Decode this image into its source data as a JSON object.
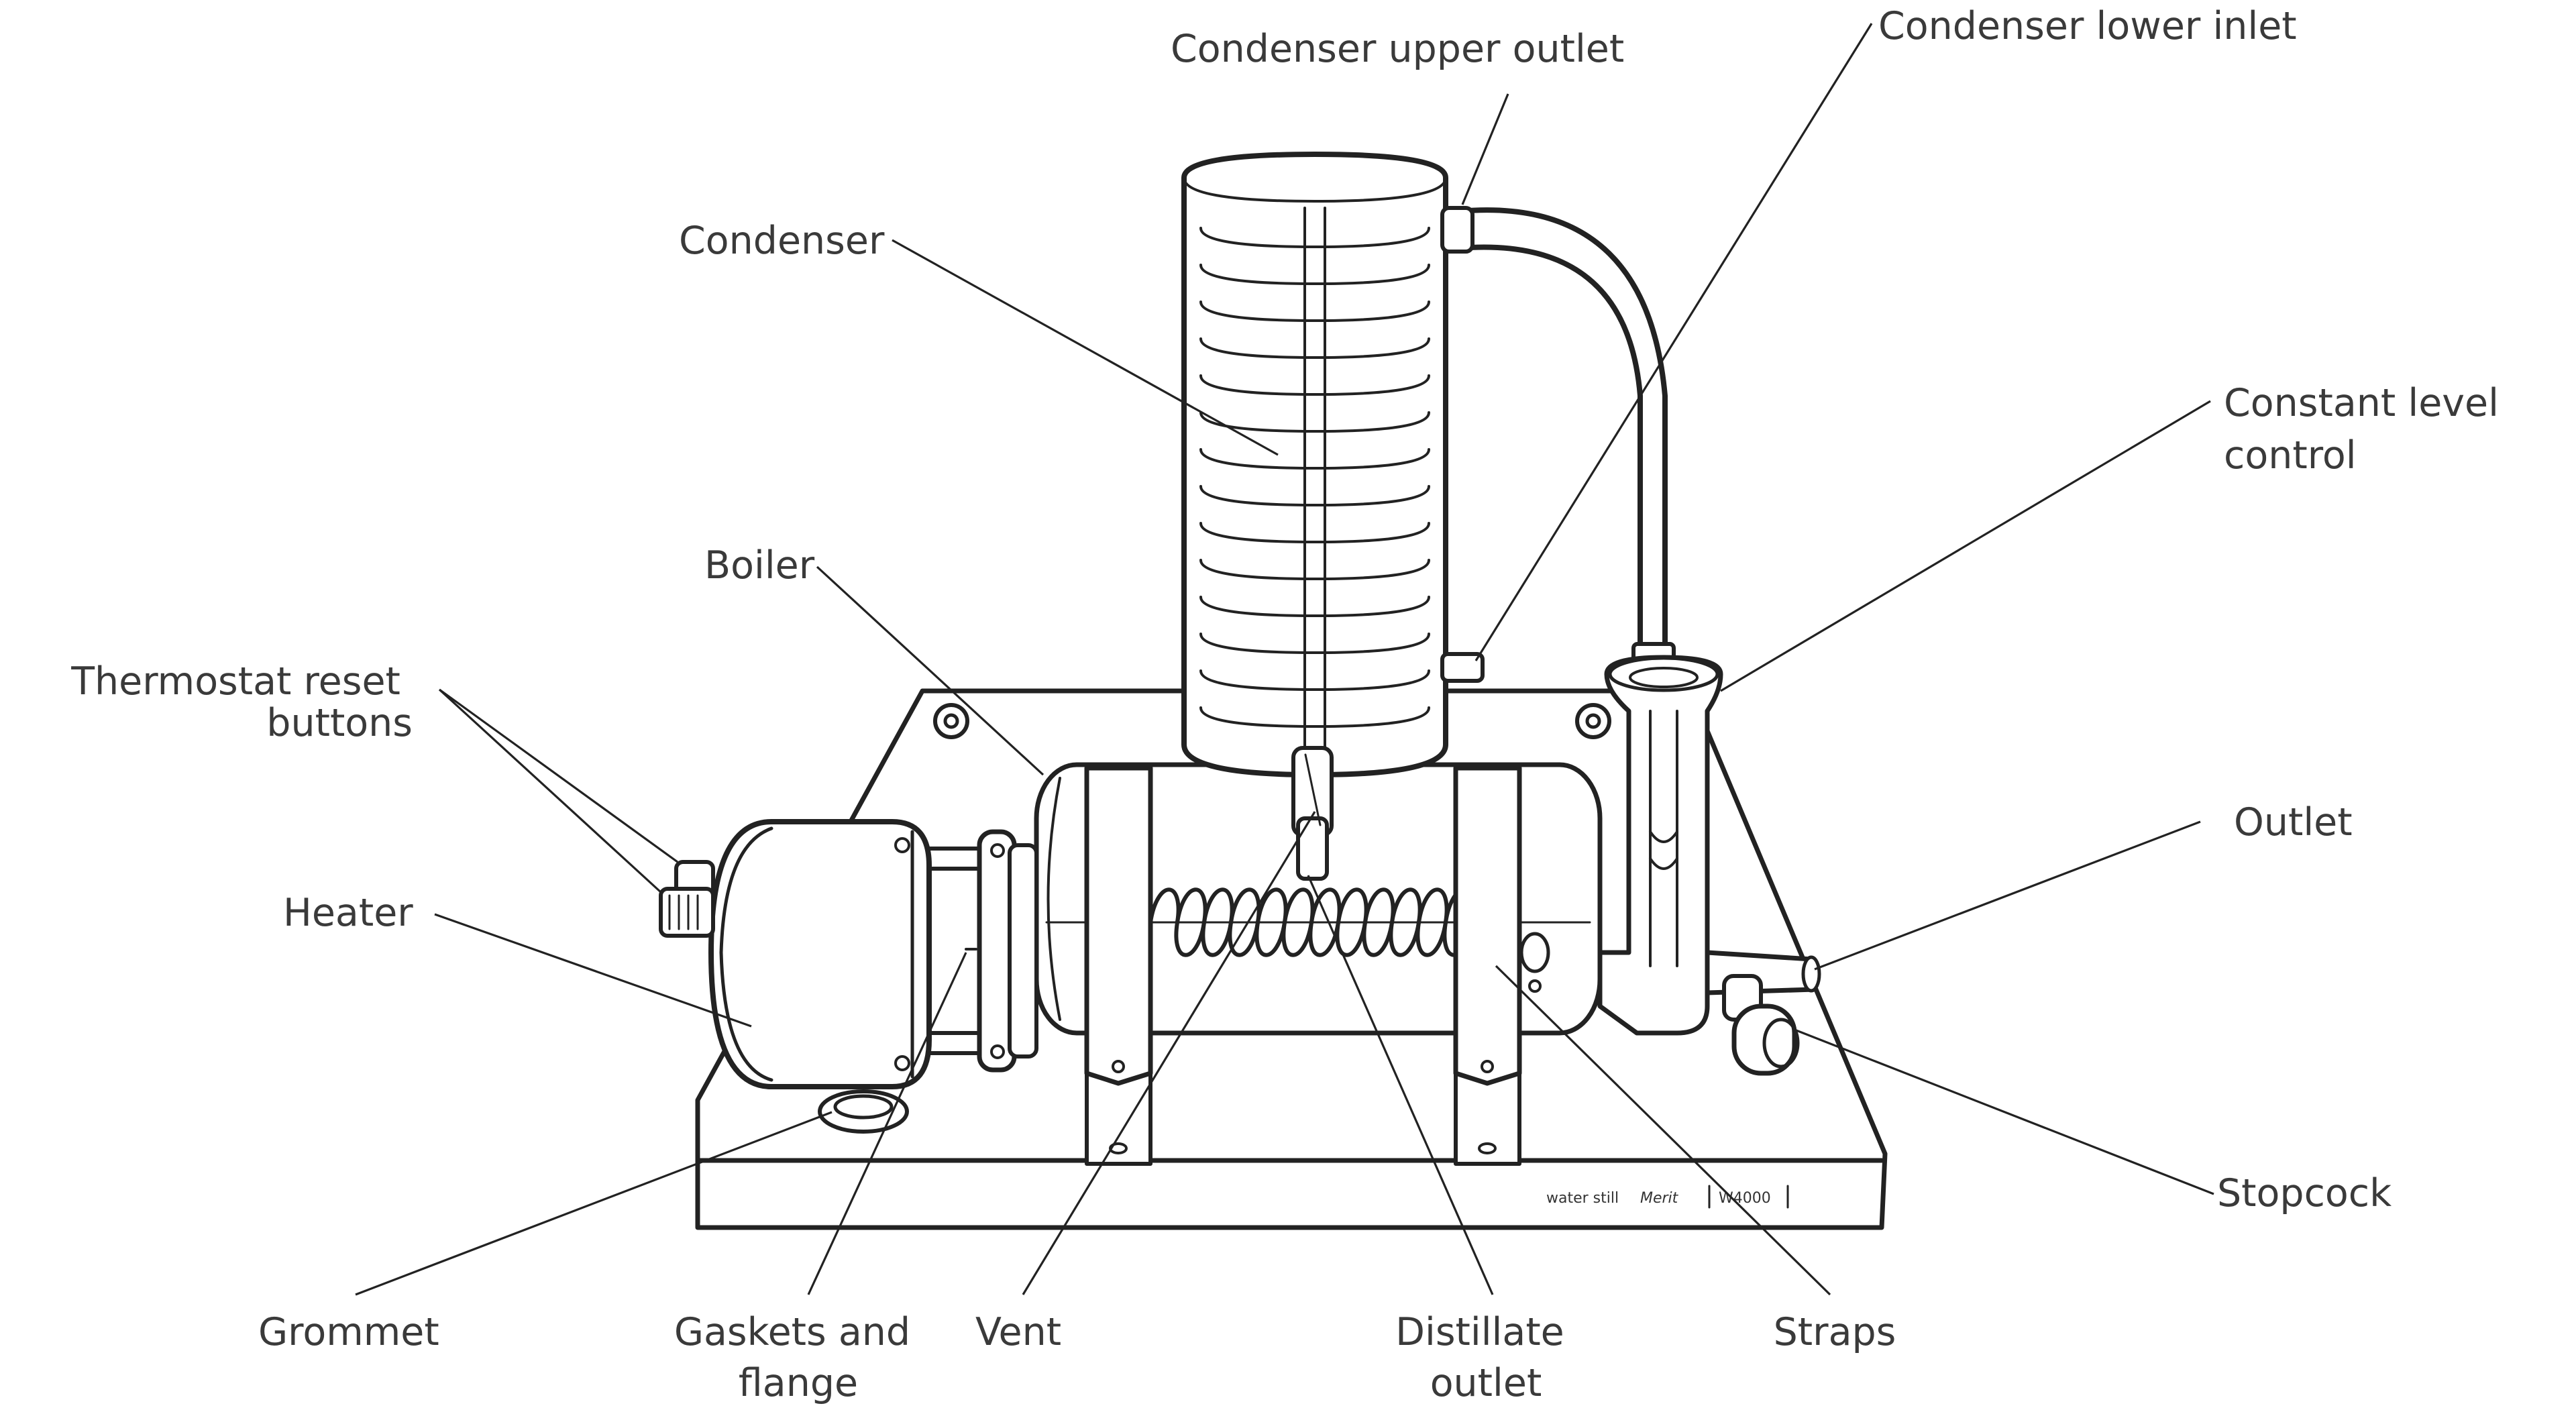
{
  "diagram": {
    "labels": {
      "condenser_upper_outlet": "Condenser upper outlet",
      "condenser_lower_inlet": "Condenser lower inlet",
      "condenser": "Condenser",
      "constant_level_control": [
        "Constant level",
        "control"
      ],
      "boiler": "Boiler",
      "thermostat_reset_buttons": [
        "Thermostat reset",
        "buttons"
      ],
      "heater": "Heater",
      "outlet": "Outlet",
      "stopcock": "Stopcock",
      "grommet": "Grommet",
      "gaskets_and_flange": [
        "Gaskets and",
        "flange"
      ],
      "vent": "Vent",
      "distillate_outlet": [
        "Distillate",
        "outlet"
      ],
      "straps": "Straps"
    },
    "nameplate": {
      "model_text": "water still",
      "brand": "Merit",
      "model_code": "W4000"
    },
    "colors": {
      "line": "#222222",
      "text": "#3a3a3a",
      "background": "#ffffff"
    }
  }
}
